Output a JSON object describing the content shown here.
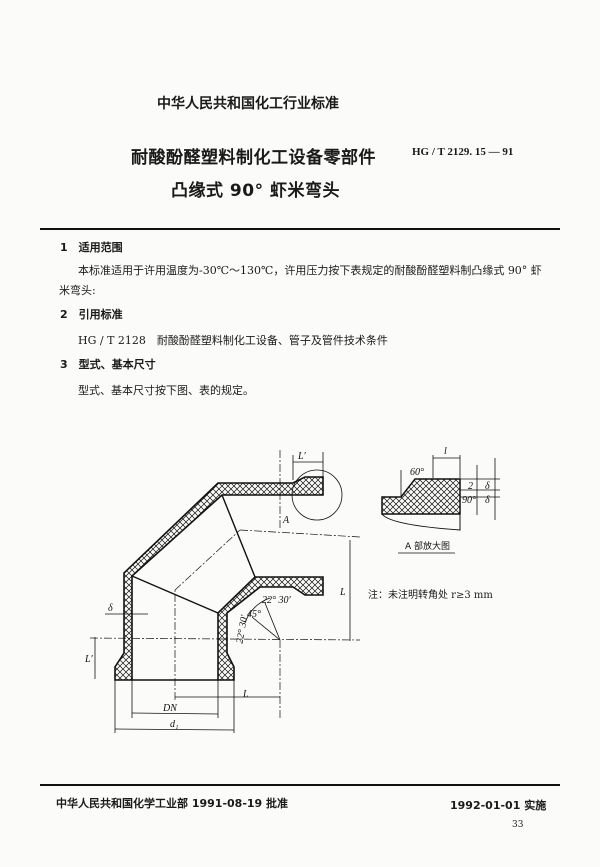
{
  "header": {
    "org": "中华人民共和国化工行业标准",
    "title_line1": "耐酸酚醛塑料制化工设备零部件",
    "title_line2": "凸缘式 90° 虾米弯头",
    "code": "HG / T 2129. 15 — 91"
  },
  "sections": [
    {
      "heading": "1　适用范围",
      "body": [
        "本标准适用于许用温度为-30℃～130℃，许用压力按下表规定的耐酸酚醛塑料制凸缘式 90° 虾",
        "米弯头:"
      ]
    },
    {
      "heading": "2　引用标准",
      "body": [
        "HG / T 2128　耐酸酚醛塑料制化工设备、管子及管件技术条件"
      ]
    },
    {
      "heading": "3　型式、基本尺寸",
      "body": [
        "型式、基本尺寸按下图、表的规定。"
      ]
    }
  ],
  "figure": {
    "labels": {
      "l_prime": "L′",
      "delta": "δ",
      "l": "L",
      "dn": "DN",
      "d1": "d₁",
      "a": "A",
      "angle1": "22° 30′",
      "angle2": "45°",
      "angle3": "22° 30′"
    },
    "detail": {
      "angle60": "60°",
      "angle90": "90°",
      "l": "l",
      "dim2": "2",
      "delta": "δ",
      "delta1": "δ",
      "caption": "A 部放大图"
    },
    "note": "注：未注明转角处 r≥3 mm"
  },
  "footer": {
    "approval": "中华人民共和国化学工业部 1991-08-19 批准",
    "effective": "1992-01-01 实施",
    "page": "33"
  }
}
